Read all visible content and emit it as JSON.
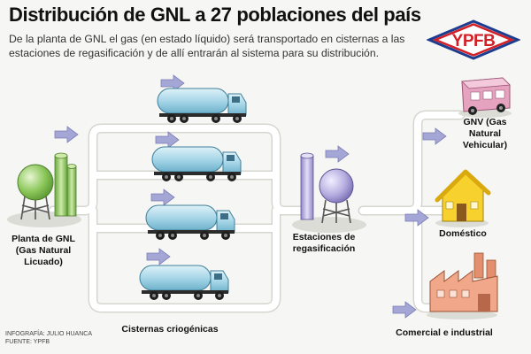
{
  "title": "Distribución de GNL a 27 poblaciones del país",
  "subtitle": "De la planta de GNL el gas (en estado líquido) será transportado en cisternas a las estaciones de regasificación y de allí entrarán al sistema para su distribución.",
  "logo": {
    "text": "YPFB",
    "colors": {
      "red": "#d31f26",
      "blue": "#1d3d8f"
    }
  },
  "nodes": {
    "plant": {
      "label": "Planta de GNL (Gas Natural Licuado)",
      "icon": "gas-plant-icon"
    },
    "tankers": {
      "label": "Cisternas criogénicas",
      "icon": "tanker-truck-icon"
    },
    "stations": {
      "label": "Estaciones de regasificación",
      "icon": "regasification-station-icon"
    },
    "gnv": {
      "label": "GNV (Gas Natural Vehicular)",
      "icon": "bus-icon"
    },
    "domestic": {
      "label": "Doméstico",
      "icon": "house-icon"
    },
    "commercial": {
      "label": "Comercial e industrial",
      "icon": "factory-icon"
    }
  },
  "credits": {
    "line1": "INFOGRAFÍA: JULIO HUANCA",
    "line2": "FUENTE: YPFB"
  },
  "colors": {
    "pipe": "#ffffff",
    "pipe_outline": "#d6d6d0",
    "arrow": "#a4a6d6",
    "tanker": "#a7d6e8",
    "plant": "#8cc75a",
    "station": "#b7aee0",
    "bus": "#e6a3c0",
    "house": "#f7d12e",
    "factory": "#f0a78a"
  }
}
